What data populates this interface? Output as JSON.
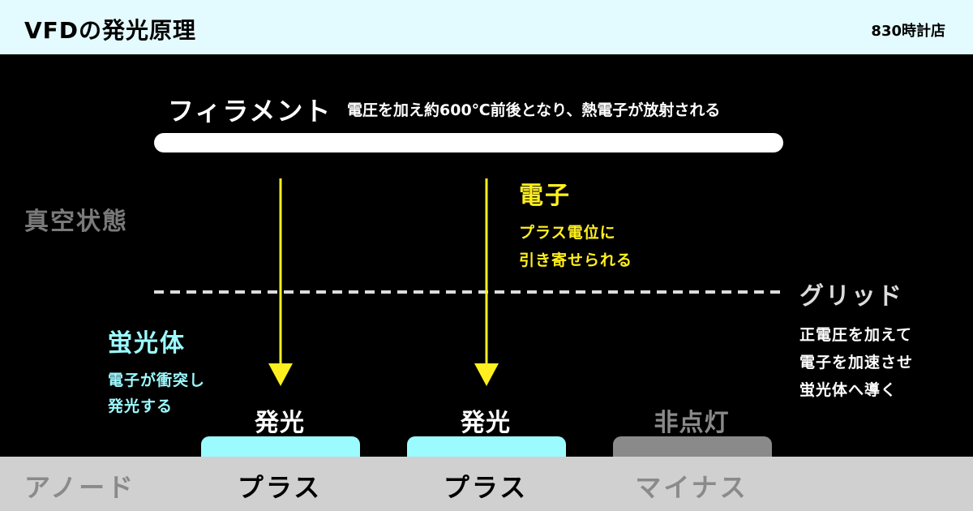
{
  "header": {
    "title": "VFDの発光原理",
    "brand": "830時計店"
  },
  "filament": {
    "label": "フィラメント",
    "description": "電圧を加え約600℃前後となり、熱電子が放射される"
  },
  "vacuum_label": "真空状態",
  "electron": {
    "title": "電子",
    "lines": [
      "プラス電位に",
      "引き寄せられる"
    ]
  },
  "grid": {
    "title": "グリッド",
    "lines": [
      "正電圧を加えて",
      "電子を加速させ",
      "蛍光体へ導く"
    ]
  },
  "phosphor": {
    "title": "蛍光体",
    "lines": [
      "電子が衝突し",
      "発光する"
    ]
  },
  "anode": {
    "label": "アノード",
    "plates": [
      {
        "status": "発光",
        "polarity": "プラス",
        "color": "#9cfbff",
        "status_color": "#ffffff",
        "polarity_color": "#000000"
      },
      {
        "status": "発光",
        "polarity": "プラス",
        "color": "#9cfbff",
        "status_color": "#ffffff",
        "polarity_color": "#000000"
      },
      {
        "status": "非点灯",
        "polarity": "マイナス",
        "color": "#8a8a8a",
        "status_color": "#8a8a8a",
        "polarity_color": "#8a8a8a"
      }
    ]
  },
  "colors": {
    "electron": "#ffef1e",
    "phosphor": "#9cfbff",
    "grid_dash": "#dcdcdc",
    "header_bg": "#e3fbff",
    "footer_bg": "#d0d0d0"
  }
}
